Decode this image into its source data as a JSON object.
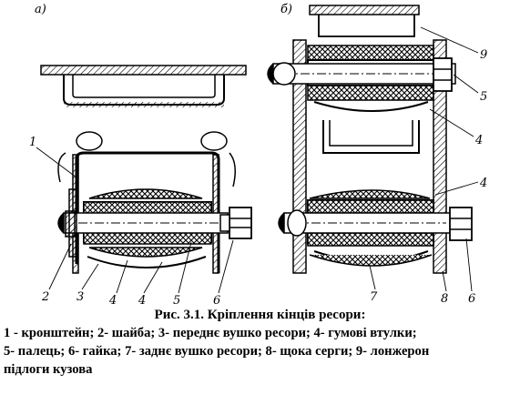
{
  "figure": {
    "panel_labels": [
      "а)",
      "б)"
    ],
    "callouts": {
      "a": [
        "1",
        "2",
        "3",
        "4",
        "4",
        "5",
        "6"
      ],
      "b": [
        "9",
        "5",
        "4",
        "4",
        "7",
        "8",
        "6"
      ]
    }
  },
  "caption": {
    "title": "Рис. 3.1. Кріплення кінців ресори:",
    "lines": [
      "1 - кронштейн; 2- шайба; 3- переднє вушко ресори; 4- гумові втулки;",
      "5- палець; 6- гайка; 7- заднє вушко ресори; 8- щока серги; 9- лонжерон",
      "підлоги кузова"
    ]
  }
}
